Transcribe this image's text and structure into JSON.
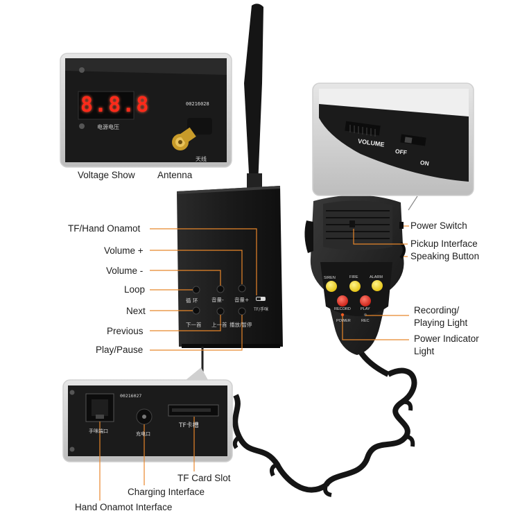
{
  "labels": {
    "voltage_show": "Voltage Show",
    "antenna": "Antenna",
    "tf_hand_onamot": "TF/Hand Onamot",
    "volume_plus": "Volume +",
    "volume_minus": "Volume -",
    "loop": "Loop",
    "next": "Next",
    "previous": "Previous",
    "play_pause": "Play/Pause",
    "power_switch": "Power Switch",
    "pickup_interface": "Pickup Interface",
    "speaking_button": "Speaking Button",
    "recording_playing_light": [
      "Recording/",
      "Playing Light"
    ],
    "power_indicator_light": [
      "Power Indicator",
      "Light"
    ],
    "tf_card_slot": "TF Card Slot",
    "charging_interface": "Charging Interface",
    "hand_onamot_interface": "Hand Onamot Interface"
  },
  "device_text": {
    "voltage_display": "8.8.8",
    "serial_top": "00216028",
    "voltage_caption": "电源电压",
    "antenna_caption": "天线",
    "btn_loop": "循 环",
    "btn_vol_minus": "音量-",
    "btn_vol_plus": "音量+",
    "tf_mic_switch": "TF/手咪",
    "btn_next": "下一首",
    "btn_prev": "上一首",
    "btn_play_pause": "播放/暂停",
    "serial_bottom": "00216027",
    "port_hand": "手咪端口",
    "port_charge": "充电口",
    "port_tf": "TF卡槽",
    "volume_word": "VOLUME",
    "off_word": "OFF",
    "on_word": "ON"
  },
  "mic_text": {
    "siren": "SIREN",
    "fire": "FIRE",
    "alarm": "ALARM",
    "record": "RECORD",
    "play": "PLAY",
    "power": "POWER",
    "rec": "REC"
  },
  "colors": {
    "device_body": "#1c1c1c",
    "inset_border": "#cfcfcf",
    "leader_line": "#e8862a",
    "button_yellow": "#f2d21a",
    "button_red": "#e32a1f",
    "display_red": "#ff2a1a"
  }
}
